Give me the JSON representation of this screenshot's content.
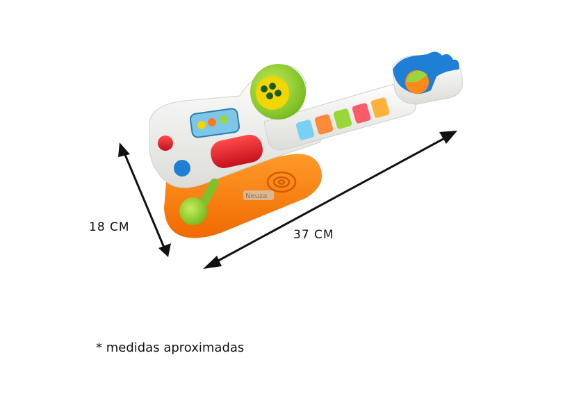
{
  "dimensions": {
    "height_label": "18 CM",
    "width_label": "37 CM"
  },
  "note": "* medidas aproximadas",
  "watermark": "Neuza",
  "colors": {
    "body_white": "#f4f4f2",
    "orange": "#ff7a12",
    "green": "#8ccc2a",
    "yellow": "#f2d600",
    "red": "#e81f2a",
    "blue": "#1f7fd6",
    "black_arrow": "#111111"
  }
}
